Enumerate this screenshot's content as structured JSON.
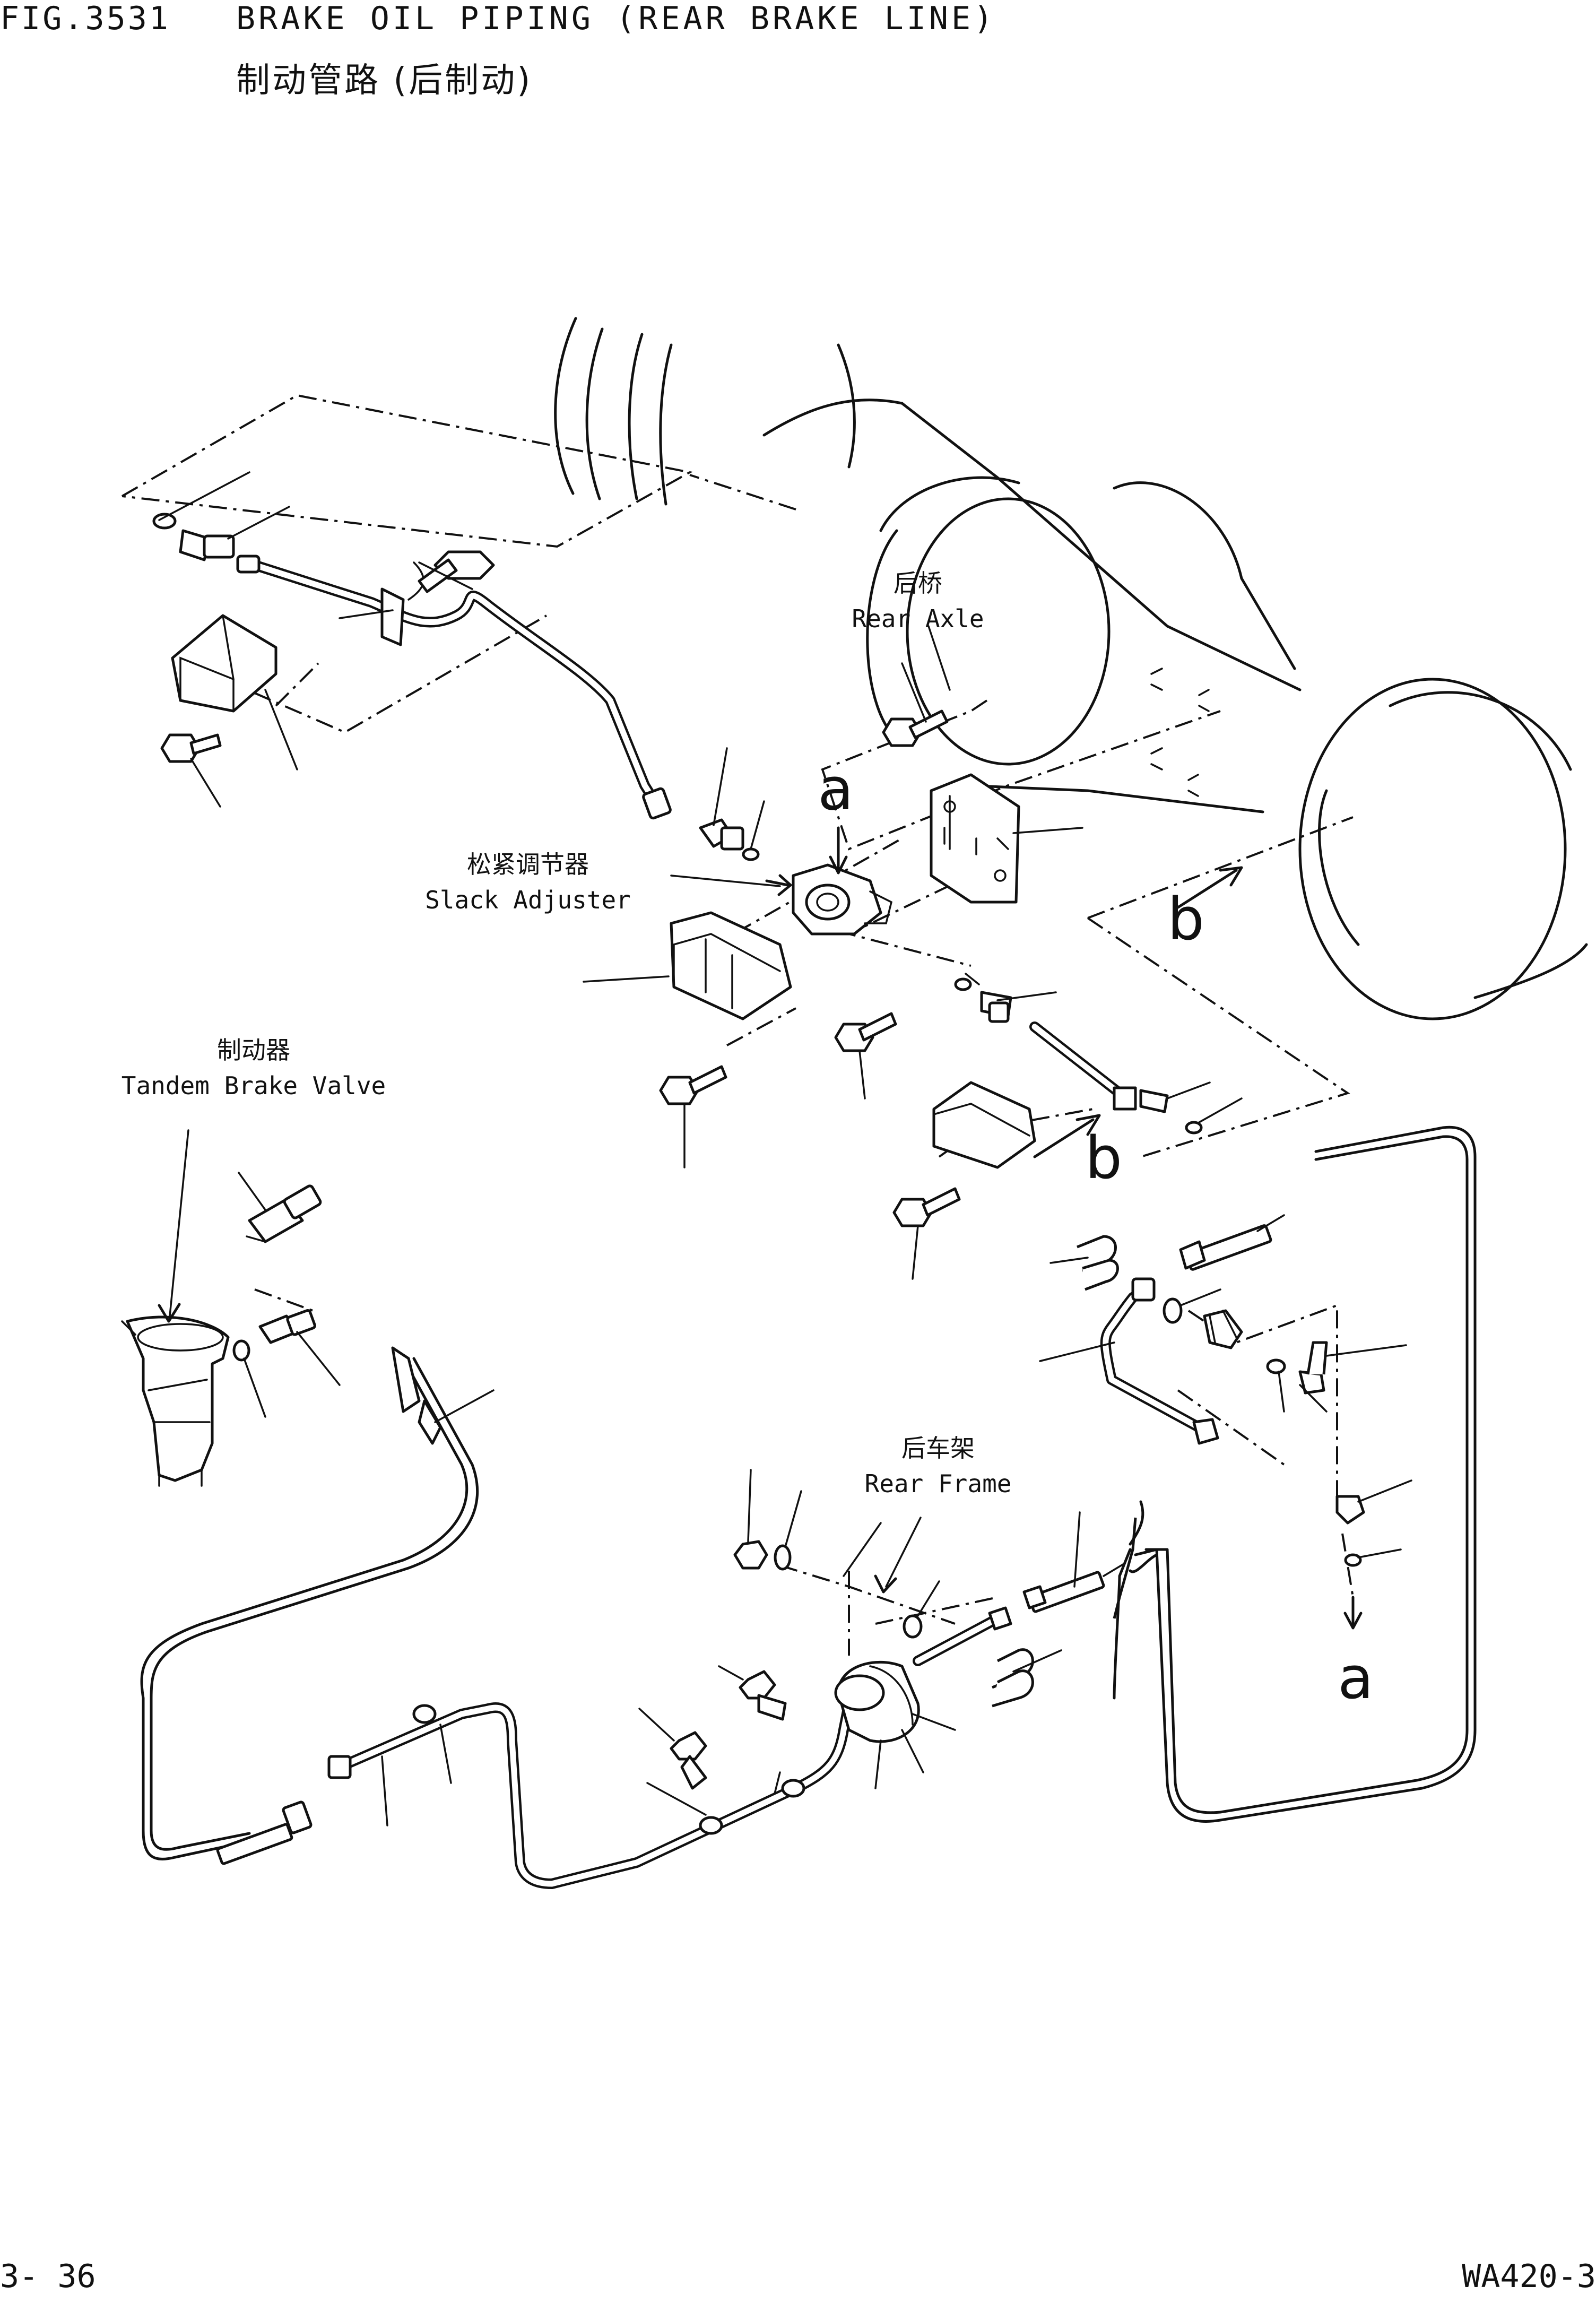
{
  "header": {
    "fig_no": "FIG.3531",
    "title_en": "BRAKE OIL PIPING (REAR BRAKE LINE)",
    "title_cn": "制动管路 (后制动)"
  },
  "labels": {
    "rear_axle_cn": "后桥",
    "rear_axle_en": "Rear Axle",
    "slack_adjuster_cn": "松紧调节器",
    "slack_adjuster_en": "Slack Adjuster",
    "brake_valve_cn": "制动器",
    "brake_valve_en": "Tandem Brake Valve",
    "rear_frame_cn": "后车架",
    "rear_frame_en": "Rear Frame"
  },
  "markers": {
    "a_top": "a",
    "a_bottom": "a",
    "b_right": "b",
    "b_lower": "b"
  },
  "footer": {
    "page": "3- 36",
    "model": "WA420-3"
  },
  "colors": {
    "ink": "#111111",
    "paper": "#ffffff"
  }
}
